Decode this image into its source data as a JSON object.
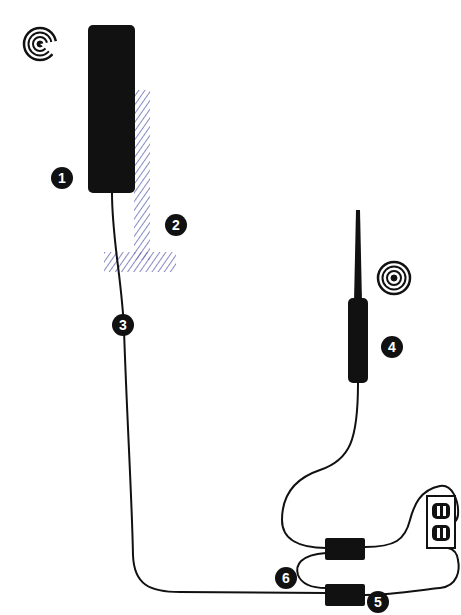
{
  "diagram": {
    "labels": [
      "1",
      "2",
      "3",
      "4",
      "6",
      "5"
    ]
  }
}
